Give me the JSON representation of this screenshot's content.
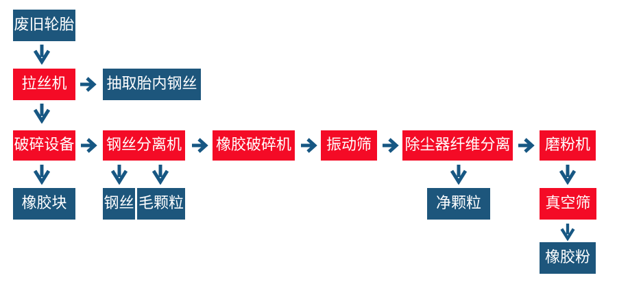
{
  "diagram": {
    "description": "waste-tire-recycling-process-flowchart",
    "colors": {
      "process": "#f40b26",
      "material": "#1d567c",
      "arrow": "#175783",
      "text": "#ffffff",
      "background": "#ffffff"
    },
    "nodes": {
      "waste_tires": {
        "label": "废旧轮胎",
        "kind": "material"
      },
      "wire_drawing_machine": {
        "label": "拉丝机",
        "kind": "process"
      },
      "extract_tire_steel_wire": {
        "label": "抽取胎内钢丝",
        "kind": "material"
      },
      "crushing_equipment": {
        "label": "破碎设备",
        "kind": "process"
      },
      "steel_wire_separator": {
        "label": "钢丝分离机",
        "kind": "process"
      },
      "rubber_crusher": {
        "label": "橡胶破碎机",
        "kind": "process"
      },
      "vibrating_screen": {
        "label": "振动筛",
        "kind": "process"
      },
      "dust_collector_fiber_separation": {
        "label": "除尘器纤维分离",
        "kind": "process"
      },
      "grinding_machine": {
        "label": "磨粉机",
        "kind": "process"
      },
      "rubber_block": {
        "label": "橡胶块",
        "kind": "material"
      },
      "steel_wire": {
        "label": "钢丝",
        "kind": "material"
      },
      "rough_granules": {
        "label": "毛颗粒",
        "kind": "material"
      },
      "clean_granules": {
        "label": "净颗粒",
        "kind": "material"
      },
      "vacuum_screen": {
        "label": "真空筛",
        "kind": "process"
      },
      "rubber_powder": {
        "label": "橡胶粉",
        "kind": "material"
      }
    },
    "edges": [
      {
        "from": "waste_tires",
        "to": "wire_drawing_machine",
        "direction": "down"
      },
      {
        "from": "wire_drawing_machine",
        "to": "extract_tire_steel_wire",
        "direction": "right"
      },
      {
        "from": "wire_drawing_machine",
        "to": "crushing_equipment",
        "direction": "down"
      },
      {
        "from": "crushing_equipment",
        "to": "rubber_block",
        "direction": "down"
      },
      {
        "from": "crushing_equipment",
        "to": "steel_wire_separator",
        "direction": "right"
      },
      {
        "from": "steel_wire_separator",
        "to": "steel_wire",
        "direction": "down"
      },
      {
        "from": "steel_wire_separator",
        "to": "rough_granules",
        "direction": "down"
      },
      {
        "from": "steel_wire_separator",
        "to": "rubber_crusher",
        "direction": "right"
      },
      {
        "from": "rubber_crusher",
        "to": "vibrating_screen",
        "direction": "right"
      },
      {
        "from": "vibrating_screen",
        "to": "dust_collector_fiber_separation",
        "direction": "right"
      },
      {
        "from": "dust_collector_fiber_separation",
        "to": "clean_granules",
        "direction": "down"
      },
      {
        "from": "dust_collector_fiber_separation",
        "to": "grinding_machine",
        "direction": "right"
      },
      {
        "from": "grinding_machine",
        "to": "vacuum_screen",
        "direction": "down"
      },
      {
        "from": "vacuum_screen",
        "to": "rubber_powder",
        "direction": "down"
      }
    ]
  }
}
